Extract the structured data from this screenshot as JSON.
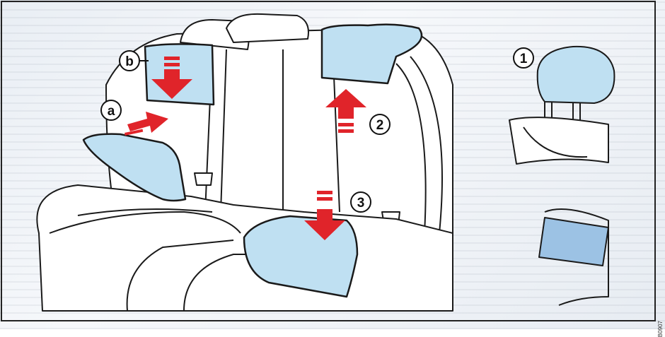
{
  "callouts": {
    "a": "a",
    "b": "b",
    "one": "1",
    "two": "2",
    "three": "3"
  },
  "figure_code": "B0907",
  "colors": {
    "part_fill": "#bfe0f2",
    "arrow_red": "#e0242a",
    "outline": "#1a1a1a",
    "panel_bg": "#eef2f6"
  },
  "icons": [
    "arrow-down-icon",
    "arrow-up-icon",
    "arrow-diagonal-icon"
  ]
}
